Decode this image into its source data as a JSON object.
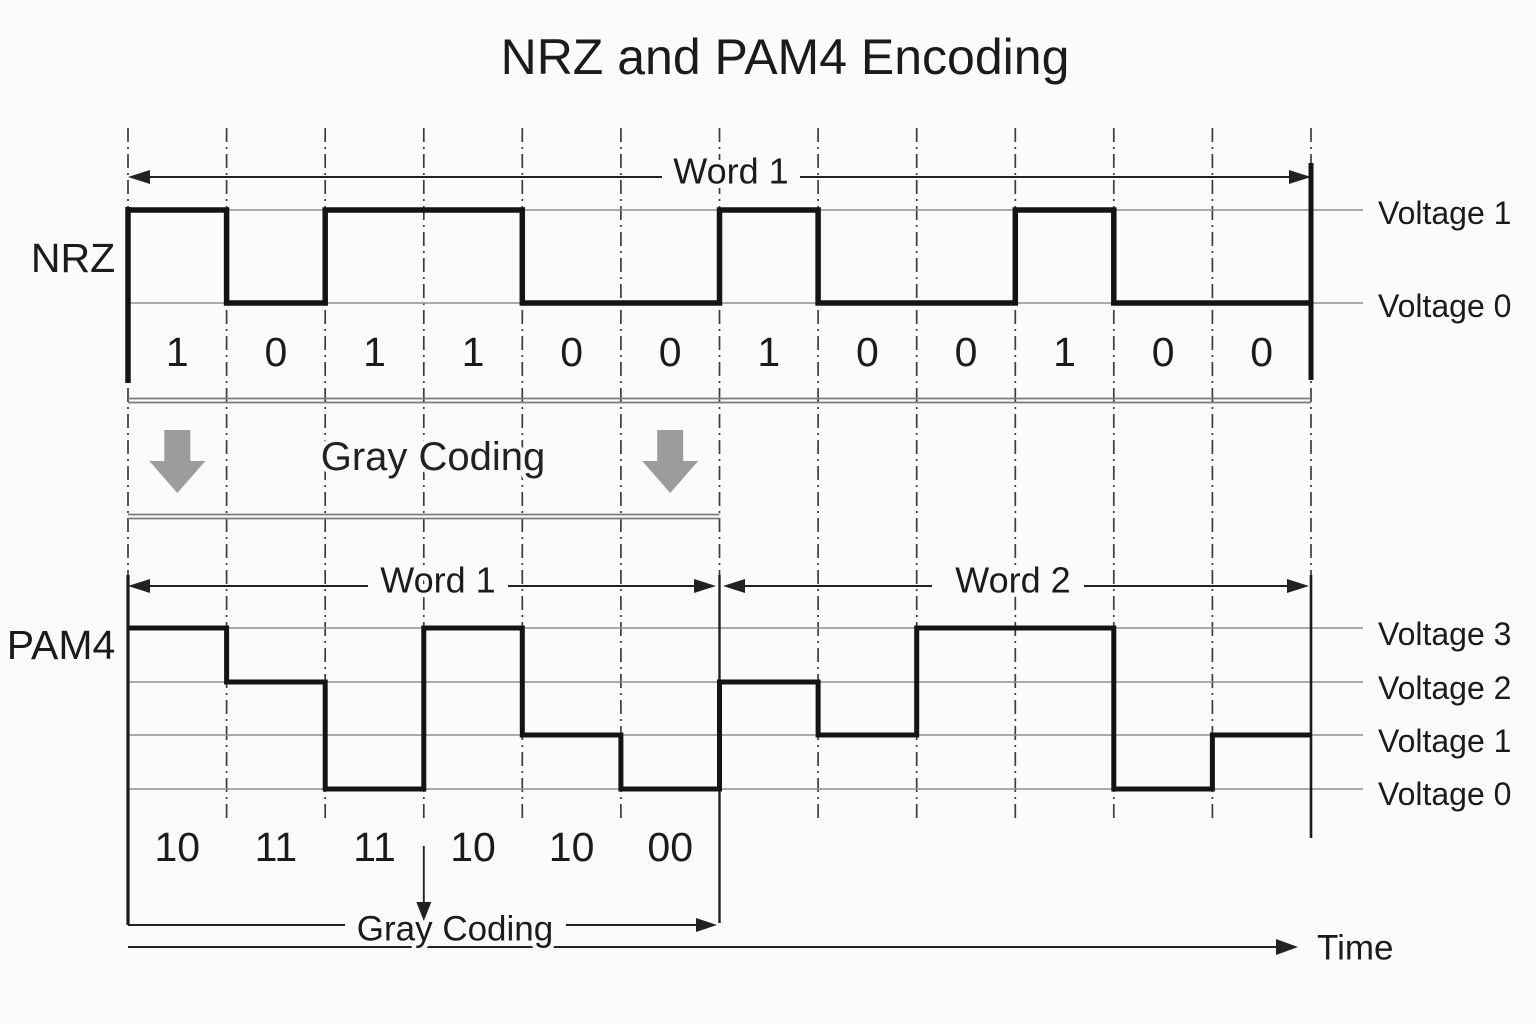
{
  "title": "NRZ and PAM4 Encoding",
  "section_labels": {
    "nrz": "NRZ",
    "pam4": "PAM4"
  },
  "gray_coding": {
    "top_label": "Gray Coding",
    "bottom_label": "Gray Coding"
  },
  "time_label": "Time",
  "words": {
    "nrz_word1": "Word 1",
    "pam4_word1": "Word 1",
    "pam4_word2": "Word 2"
  },
  "nrz_axis": {
    "voltage_labels": [
      "Voltage 1",
      "Voltage 0"
    ]
  },
  "pam4_axis": {
    "voltage_labels": [
      "Voltage 3",
      "Voltage 2",
      "Voltage 1",
      "Voltage 0"
    ]
  },
  "chart_data": [
    {
      "type": "line",
      "name": "NRZ",
      "title": "NRZ and PAM4 Encoding",
      "bits": [
        "1",
        "0",
        "1",
        "1",
        "0",
        "0",
        "1",
        "0",
        "0",
        "1",
        "0",
        "0"
      ],
      "levels_per_unit_interval": [
        1,
        0,
        1,
        1,
        0,
        0,
        1,
        0,
        0,
        1,
        0,
        0
      ],
      "y_levels": {
        "1": "Voltage 1",
        "0": "Voltage 0"
      },
      "word_spans": [
        {
          "label": "Word 1",
          "slots": [
            0,
            12
          ]
        }
      ],
      "grid": "dash-dot vertical unit-interval boundaries"
    },
    {
      "type": "line",
      "name": "PAM4",
      "word1_symbols": [
        "10",
        "11",
        "11",
        "10",
        "10",
        "00"
      ],
      "levels_per_symbol": [
        3,
        2,
        0,
        3,
        1,
        0,
        2,
        1,
        3,
        3,
        0,
        1
      ],
      "y_levels": {
        "3": "Voltage 3",
        "2": "Voltage 2",
        "1": "Voltage 1",
        "0": "Voltage 0"
      },
      "word_spans": [
        {
          "label": "Word 1",
          "slots": [
            0,
            6
          ]
        },
        {
          "label": "Word 2",
          "slots": [
            6,
            12
          ]
        }
      ],
      "xlabel": "Time"
    }
  ],
  "colors": {
    "background": "#fbfbfa",
    "waveform": "#141414",
    "gridline": "#8f8f8f",
    "dash_line": "#3d3d3d",
    "gray_arrow": "#9c9c9c",
    "text": "#1b1b1b"
  }
}
